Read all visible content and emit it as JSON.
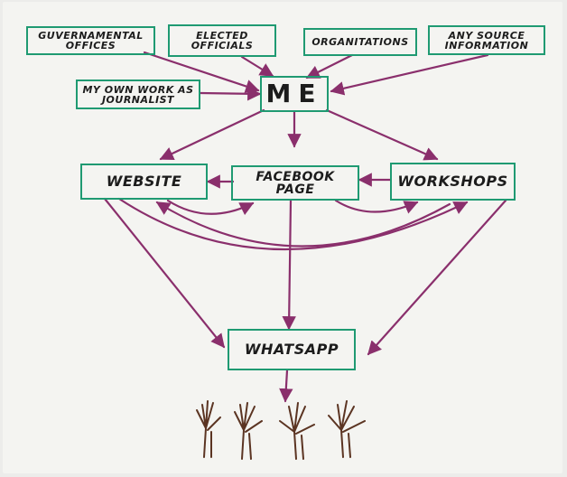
{
  "nodes": {
    "governmental_offices": "GUVERNAMENTAL OFFICES",
    "elected_officials": "ELECTED OFFICIALS",
    "organizations": "ORGANITATIONS",
    "any_source": "ANY SOURCE INFORMATION",
    "journalist": "MY OWN WORK AS JOURNALIST",
    "me": "ME",
    "website": "WEBSITE",
    "facebook": "FACEBOOK PAGE",
    "workshops": "WORKSHOPS",
    "whatsapp": "WHATSAPP"
  },
  "colors": {
    "box_border": "#1f9a72",
    "arrow": "#8a2f6c",
    "hands": "#5b3422",
    "text": "#1c1c1c"
  },
  "icons": {
    "audience": "raised-hands-icon"
  }
}
